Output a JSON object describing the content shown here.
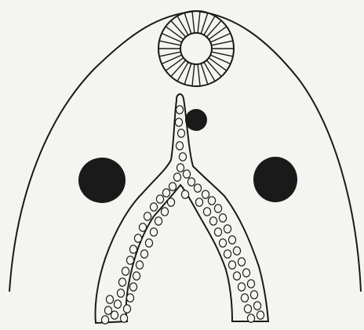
{
  "figure": {
    "background_color": "#f4f4f1",
    "ink_color": "#1a1a1a",
    "parts": [
      "outline",
      "radial-disc",
      "small-dot",
      "left-dot",
      "right-dot",
      "forked-cell-strand"
    ]
  }
}
